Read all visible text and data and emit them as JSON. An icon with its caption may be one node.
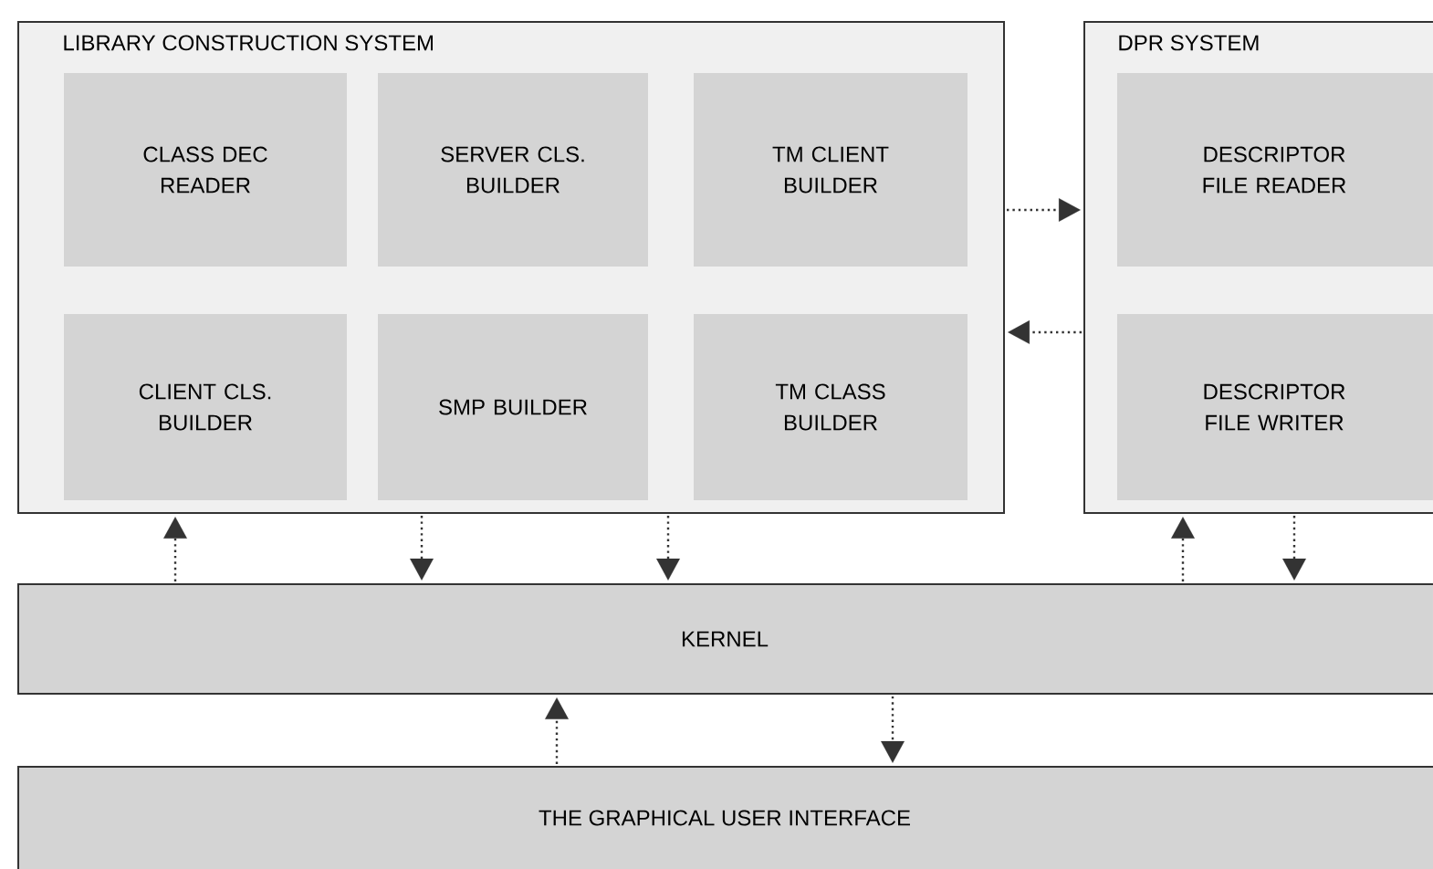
{
  "diagram": {
    "nodes": [
      {
        "text": [
          "LIBRARY CONSTRUCTION SYSTEM"
        ]
      },
      {
        "text": [
          "CLASS DEC READER"
        ],
        "in": 0
      },
      {
        "text": [
          "SERVER CLS. BUILDER"
        ],
        "in": 0
      },
      {
        "text": [
          "TM CLIENT BUILDER"
        ],
        "in": 0
      },
      {
        "text": [
          "CLIENT CLS. BUILDER"
        ],
        "in": 0
      },
      {
        "text": [
          "SMP BUILDER"
        ],
        "in": 0
      },
      {
        "text": [
          "TM CLASS BUILDER"
        ],
        "in": 0
      },
      {
        "text": [
          "DPR SYSTEM"
        ]
      },
      {
        "text": [
          "DESCRIPTOR FILE READER"
        ],
        "in": 7
      },
      {
        "text": [
          "DESCRIPTOR FILE WRITER"
        ],
        "in": 7
      },
      {
        "text": [
          "KERNEL"
        ]
      },
      {
        "text": [
          "THE GRAPHICAL USER INTERFACE"
        ]
      }
    ],
    "edges": [
      {
        "from": 0,
        "to": 7,
        "arrow": "to"
      },
      {
        "from": 7,
        "to": 0,
        "arrow": "to"
      },
      {
        "from": 10,
        "to": 0,
        "arrow": "to"
      },
      {
        "from": 0,
        "to": 10,
        "arrow": "to"
      },
      {
        "from": 0,
        "to": 10,
        "arrow": "to"
      },
      {
        "from": 10,
        "to": 7,
        "arrow": "to"
      },
      {
        "from": 7,
        "to": 10,
        "arrow": "to"
      },
      {
        "from": 11,
        "to": 10,
        "arrow": "to"
      },
      {
        "from": 10,
        "to": 11,
        "arrow": "to"
      }
    ]
  }
}
